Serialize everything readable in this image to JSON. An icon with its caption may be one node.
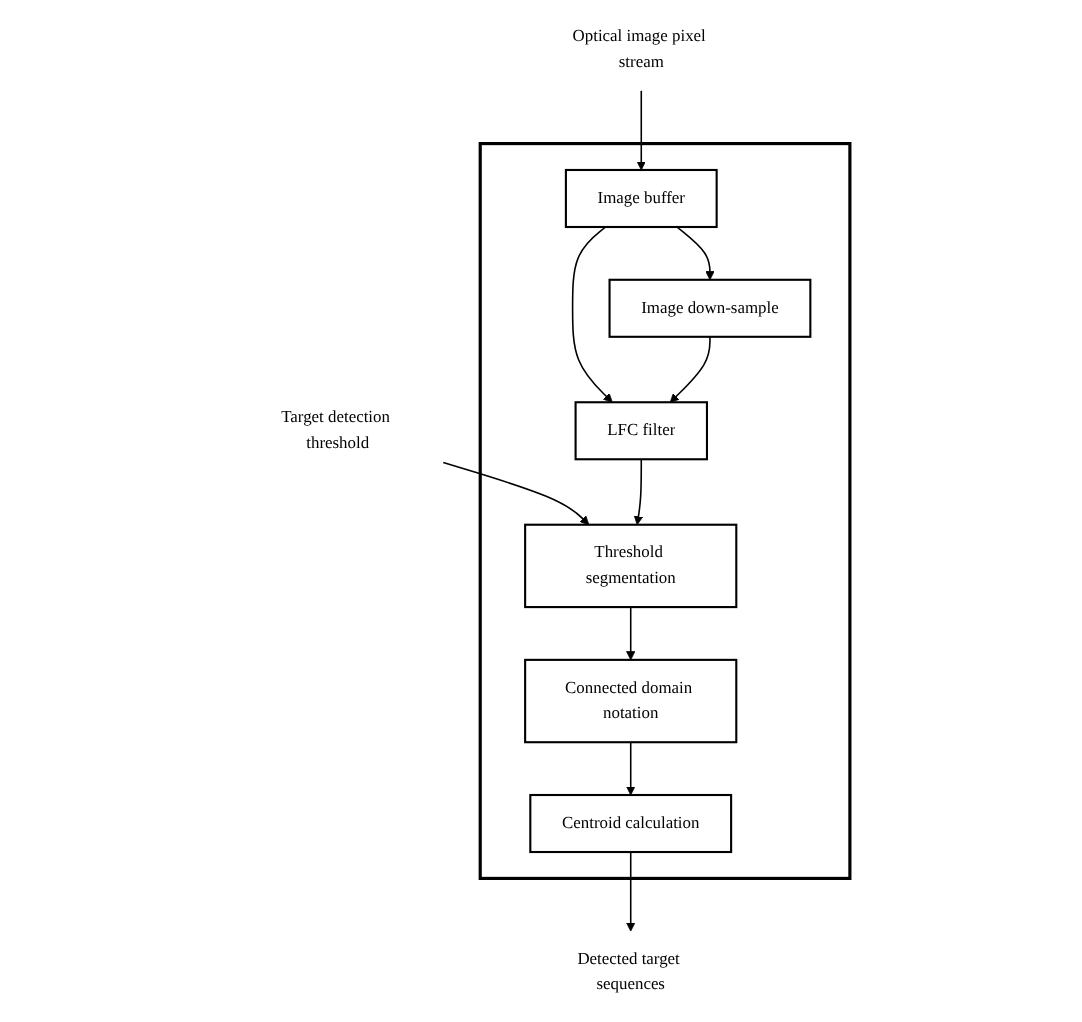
{
  "diagram": {
    "nodes": [
      {
        "text": [],
        "shape": "box"
      },
      {
        "text": [
          "Optical image pixel stream"
        ]
      },
      {
        "text": [
          "Image buffer"
        ],
        "in": 0
      },
      {
        "text": [
          "Image down-sample"
        ],
        "in": 0
      },
      {
        "text": [
          "LFC filter"
        ],
        "in": 0
      },
      {
        "text": [
          "Target detection threshold"
        ]
      },
      {
        "text": [
          "Threshold segmentation"
        ],
        "in": 0
      },
      {
        "text": [
          "Connected domain notation"
        ],
        "in": 0
      },
      {
        "text": [
          "Centroid calculation"
        ],
        "in": 0
      },
      {
        "text": [
          "Detected target sequences"
        ]
      }
    ],
    "edges": [
      {
        "from": 1,
        "to": 2,
        "arrow": "to"
      },
      {
        "from": 2,
        "to": 3,
        "arrow": "to"
      },
      {
        "from": 2,
        "to": 4,
        "arrow": "to"
      },
      {
        "from": 3,
        "to": 4,
        "arrow": "to"
      },
      {
        "from": 5,
        "to": 6,
        "arrow": "to"
      },
      {
        "from": 4,
        "to": 6,
        "arrow": "to"
      },
      {
        "from": 6,
        "to": 7,
        "arrow": "to"
      },
      {
        "from": 7,
        "to": 8,
        "arrow": "to"
      },
      {
        "from": 8,
        "to": 9,
        "arrow": "to"
      }
    ]
  }
}
